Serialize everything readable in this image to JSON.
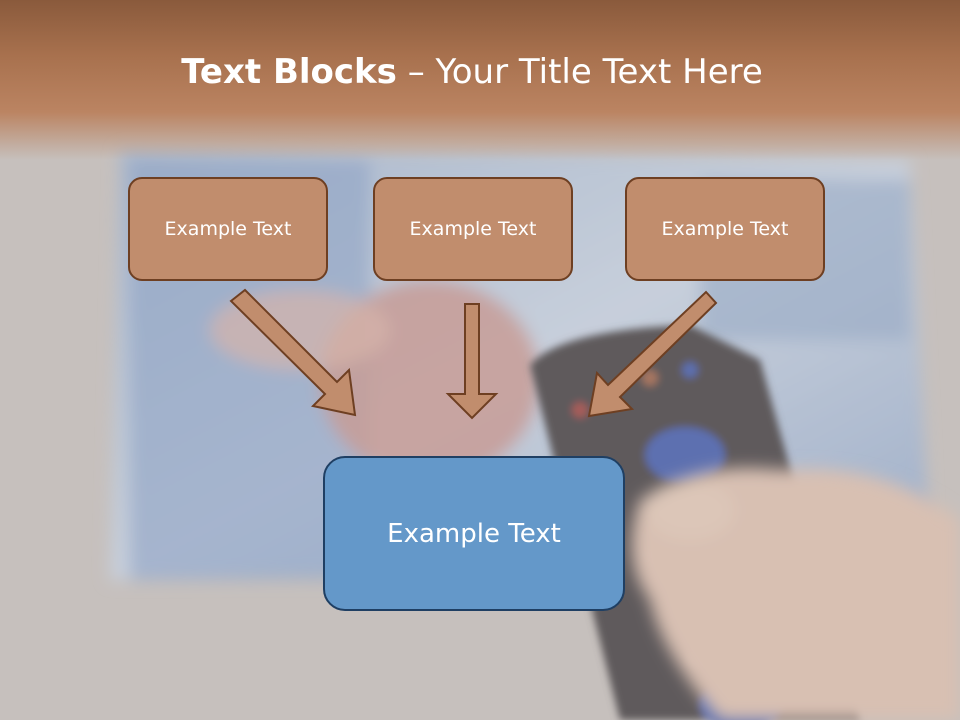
{
  "slide": {
    "title_bold": "Text Blocks",
    "title_rest": " – Your Title Text Here"
  },
  "boxes": {
    "top": [
      {
        "label": "Example Text"
      },
      {
        "label": "Example Text"
      },
      {
        "label": "Example Text"
      }
    ],
    "bottom": {
      "label": "Example Text"
    }
  },
  "colors": {
    "header_brown": "#a8714e",
    "box_brown_fill": "#c18d6d",
    "box_brown_border": "#6e3f22",
    "box_blue_fill": "#6498c9",
    "box_blue_border": "#1f3f63",
    "arrow_fill": "#c18d6d",
    "arrow_border": "#6e3f22"
  }
}
